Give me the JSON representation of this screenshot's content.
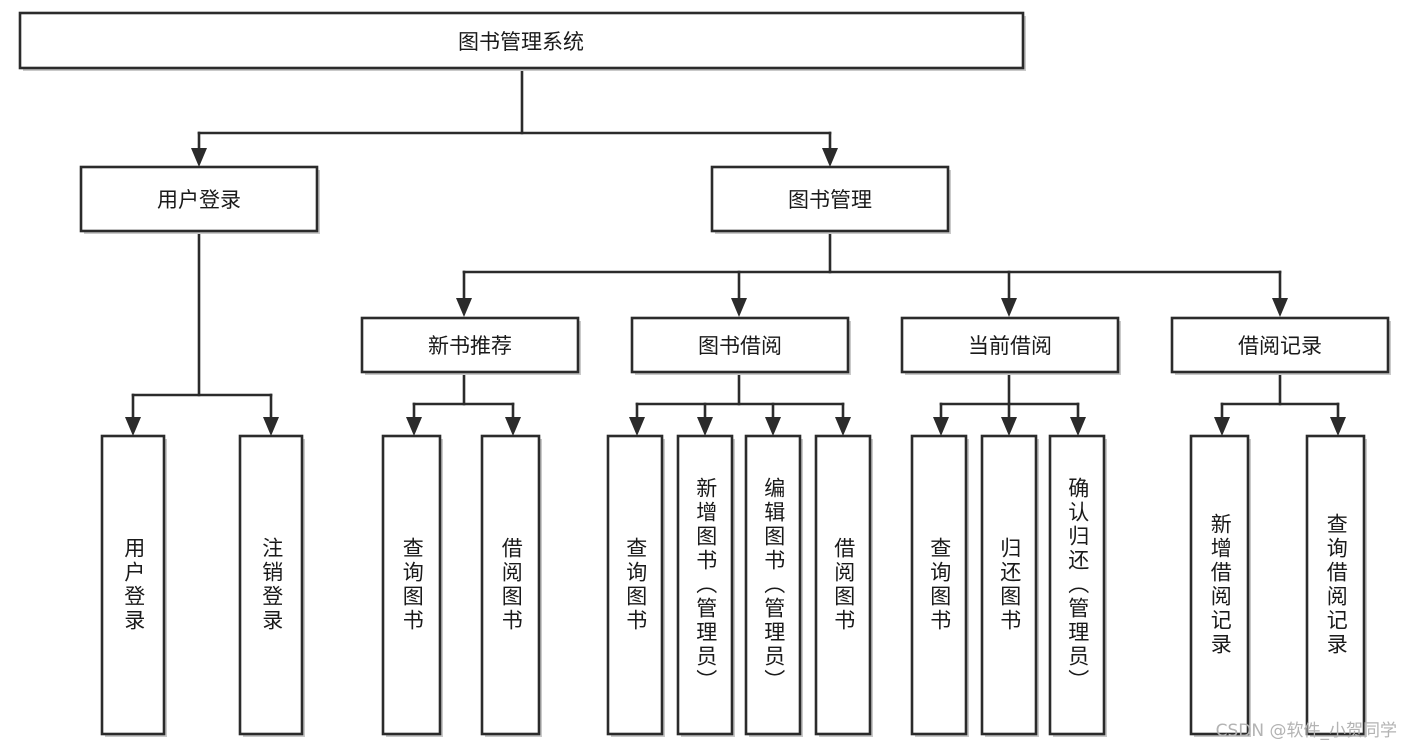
{
  "diagram": {
    "type": "tree-hierarchy",
    "title": "图书管理系统",
    "orientation": "top-down",
    "colors": {
      "box_fill": "#ffffff",
      "box_stroke": "#2b2b2b",
      "connector": "#2b2b2b",
      "text": "#1a1a1a",
      "background": "#ffffff",
      "watermark": "#b3b3b3"
    },
    "root": {
      "id": "root",
      "label": "图书管理系统"
    },
    "level2": [
      {
        "id": "user-login",
        "label": "用户登录"
      },
      {
        "id": "book-management",
        "label": "图书管理"
      }
    ],
    "level3": [
      {
        "id": "new-book-recommend",
        "label": "新书推荐",
        "parent": "book-management"
      },
      {
        "id": "book-borrow",
        "label": "图书借阅",
        "parent": "book-management"
      },
      {
        "id": "current-borrow",
        "label": "当前借阅",
        "parent": "book-management"
      },
      {
        "id": "borrow-record",
        "label": "借阅记录",
        "parent": "book-management"
      }
    ],
    "leaves": [
      {
        "id": "leaf-user-login",
        "label": "用户登录",
        "parent": "user-login"
      },
      {
        "id": "leaf-logout",
        "label": "注销登录",
        "parent": "user-login"
      },
      {
        "id": "leaf-query-book-1",
        "label": "查询图书",
        "parent": "new-book-recommend"
      },
      {
        "id": "leaf-borrow-book-1",
        "label": "借阅图书",
        "parent": "new-book-recommend"
      },
      {
        "id": "leaf-query-book-2",
        "label": "查询图书",
        "parent": "book-borrow"
      },
      {
        "id": "leaf-add-book",
        "label": "新增图书（管理员）",
        "parent": "book-borrow"
      },
      {
        "id": "leaf-edit-book",
        "label": "编辑图书（管理员）",
        "parent": "book-borrow"
      },
      {
        "id": "leaf-borrow-book-2",
        "label": "借阅图书",
        "parent": "book-borrow"
      },
      {
        "id": "leaf-query-book-3",
        "label": "查询图书",
        "parent": "current-borrow"
      },
      {
        "id": "leaf-return-book",
        "label": "归还图书",
        "parent": "current-borrow"
      },
      {
        "id": "leaf-confirm-return",
        "label": "确认归还（管理员）",
        "parent": "current-borrow"
      },
      {
        "id": "leaf-add-borrow-record",
        "label": "新增借阅记录",
        "parent": "borrow-record"
      },
      {
        "id": "leaf-query-borrow-record",
        "label": "查询借阅记录",
        "parent": "borrow-record"
      }
    ],
    "watermark": "CSDN @软件_小贺同学"
  }
}
